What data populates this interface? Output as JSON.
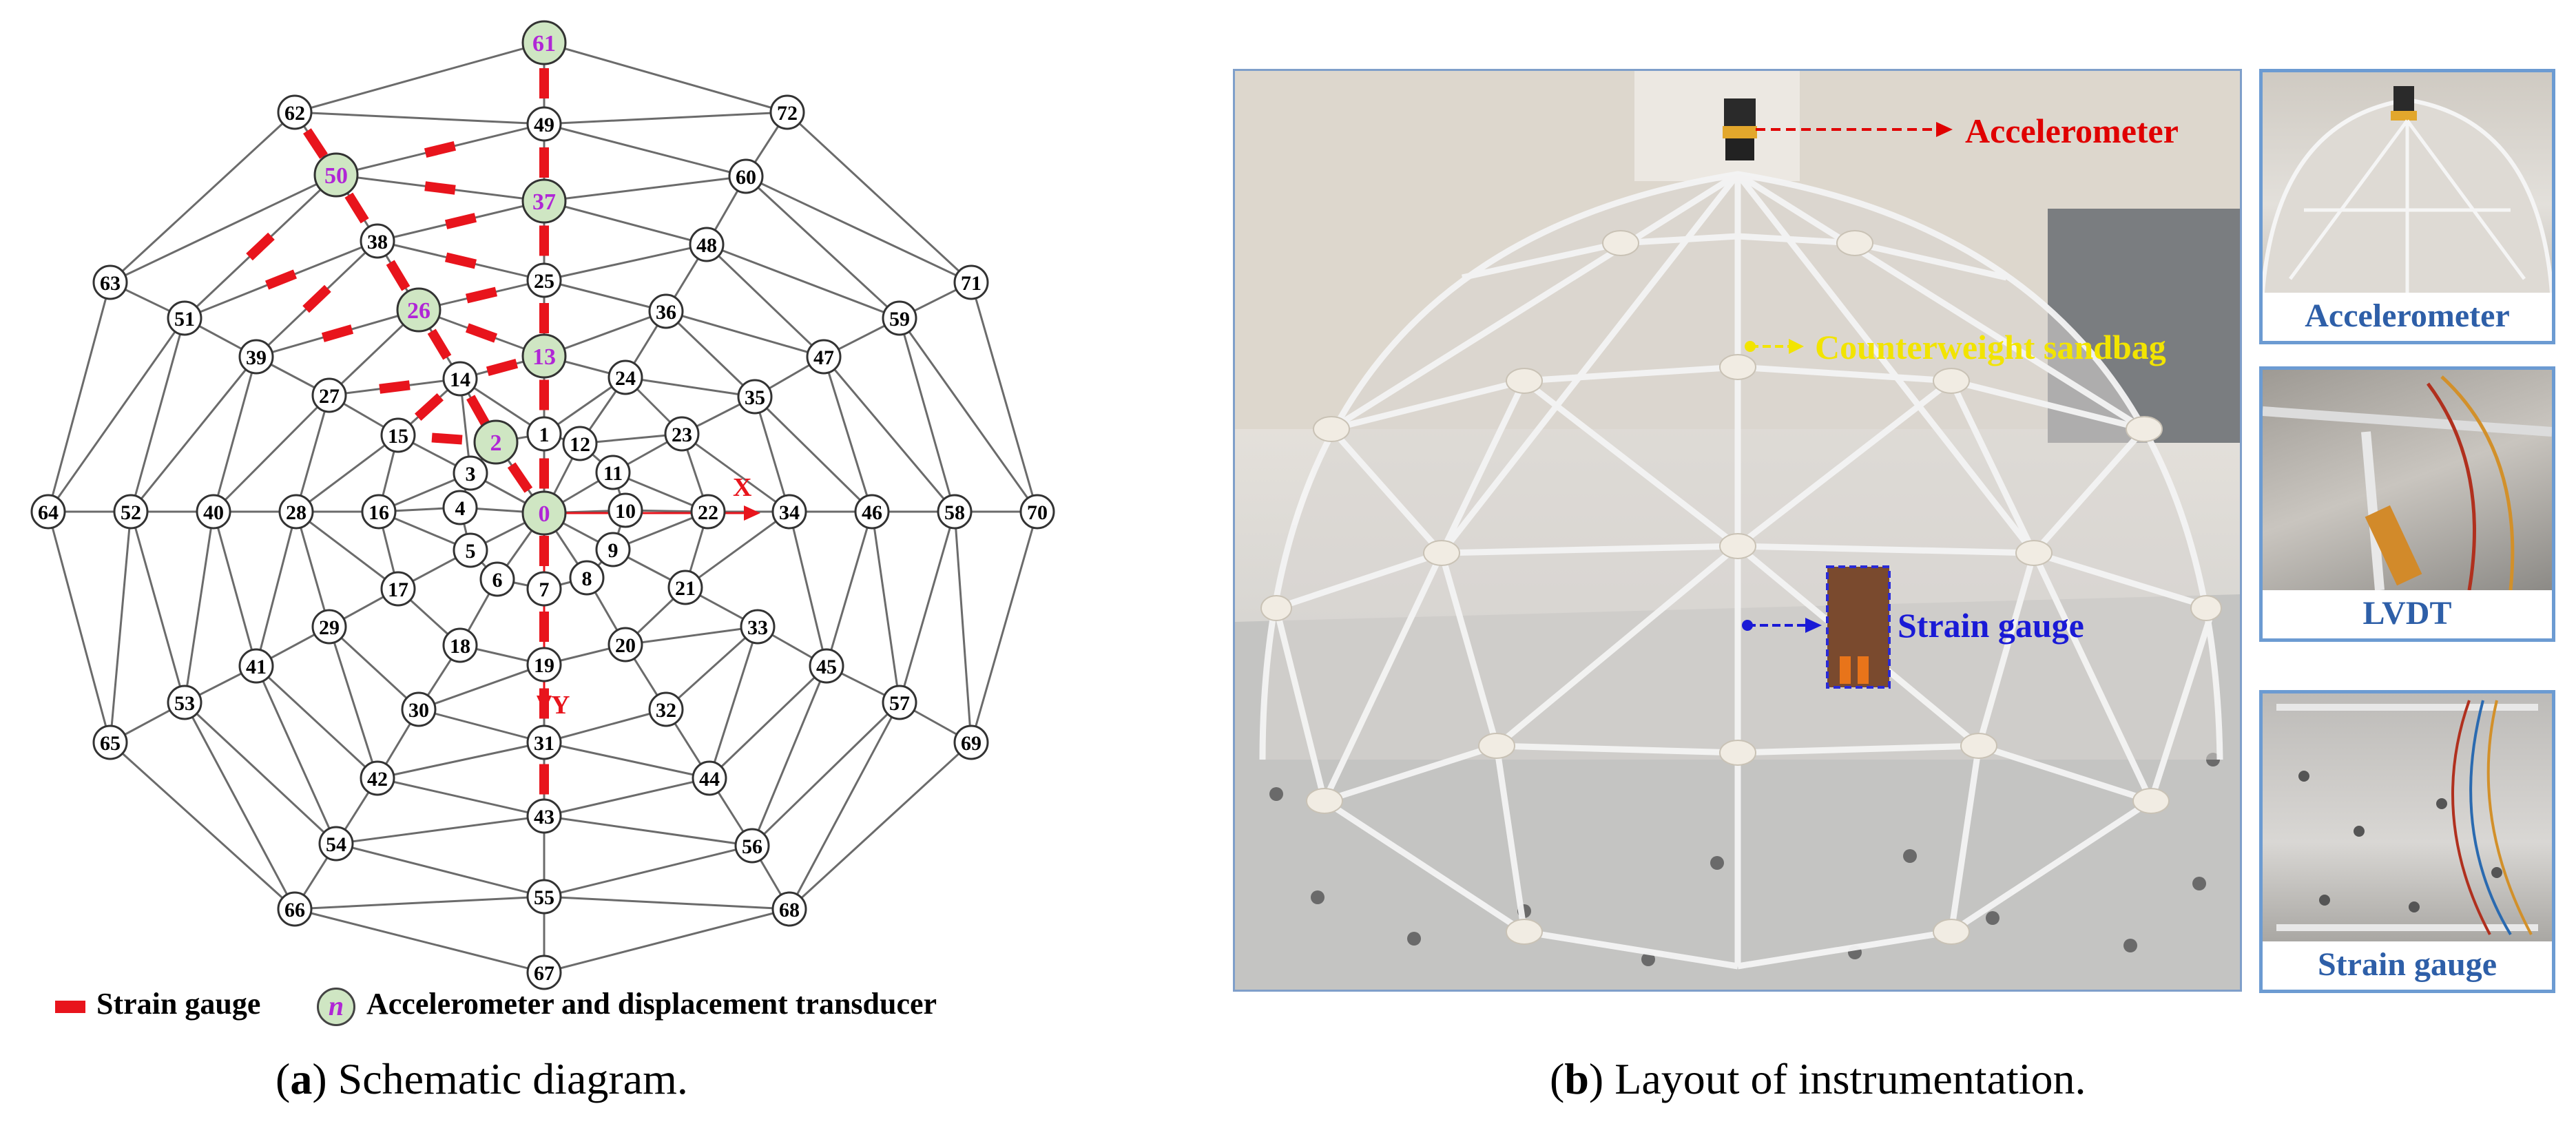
{
  "schematic": {
    "nodes_left": [
      "64",
      "52",
      "40",
      "28",
      "16",
      "4",
      "0"
    ],
    "nodes_right": [
      "10",
      "22",
      "34",
      "46",
      "58",
      "70"
    ],
    "accelerometer_nodes": [
      "61",
      "50",
      "37",
      "26",
      "13",
      "2",
      "0"
    ],
    "other_nodes": [
      "62",
      "49",
      "72",
      "60",
      "48",
      "25",
      "38",
      "51",
      "63",
      "39",
      "27",
      "14",
      "15",
      "3",
      "1",
      "12",
      "11",
      "24",
      "23",
      "36",
      "35",
      "47",
      "59",
      "71",
      "5",
      "6",
      "7",
      "8",
      "9",
      "21",
      "17",
      "18",
      "19",
      "20",
      "33",
      "45",
      "57",
      "29",
      "41",
      "53",
      "65",
      "30",
      "31",
      "32",
      "44",
      "42",
      "54",
      "43",
      "56",
      "55",
      "66",
      "68",
      "67",
      "69"
    ],
    "axis_x_label": "X",
    "axis_y_label": "Y",
    "legend_strain": "Strain gauge",
    "legend_accel_symbol": "n",
    "legend_accel": "Accelerometer and displacement transducer",
    "colors": {
      "strain": "#e8141c",
      "accel_fill": "#cfe6c3",
      "accel_text": "#b026d6",
      "axis": "#e8141c"
    }
  },
  "photo": {
    "label_accelerometer": "Accelerometer",
    "label_sandbag": "Counterweight sandbag",
    "label_strain": "Strain gauge",
    "colors": {
      "accelerometer": "#e00000",
      "sandbag": "#f2e400",
      "strain": "#1a1ad6"
    }
  },
  "insets": [
    {
      "label": "Accelerometer"
    },
    {
      "label": "LVDT"
    },
    {
      "label": "Strain gauge"
    }
  ],
  "captions": {
    "a_letter": "a",
    "a_text": " Schematic diagram.",
    "b_letter": "b",
    "b_text": " Layout of instrumentation."
  }
}
